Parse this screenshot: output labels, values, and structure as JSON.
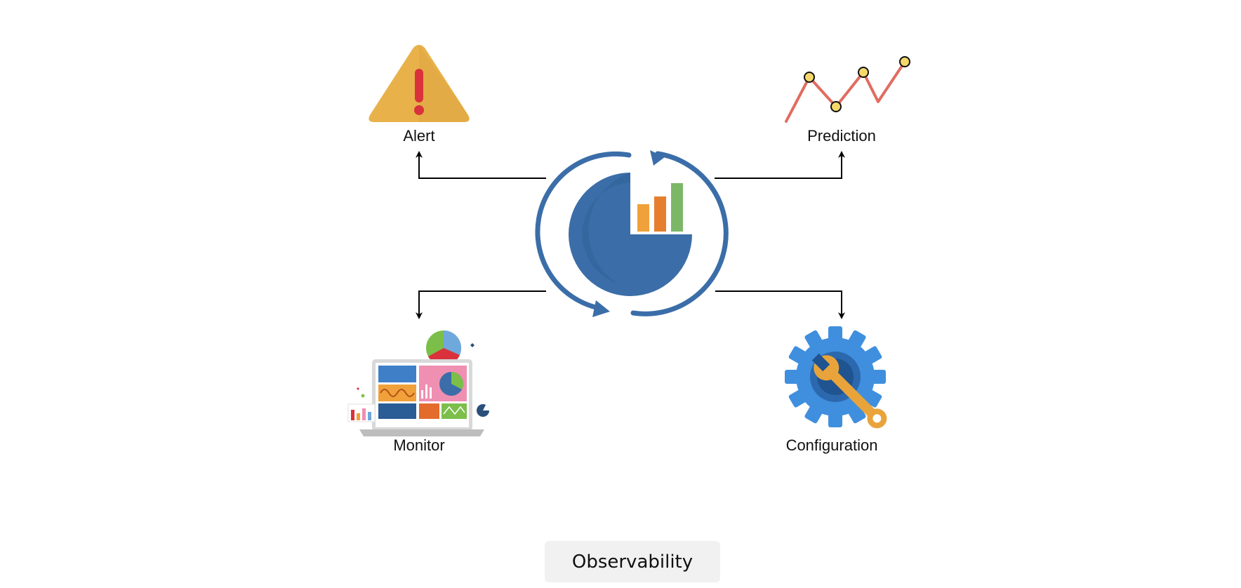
{
  "diagram": {
    "center_icon": "observability-chart-cycle-icon",
    "nodes": {
      "alert": {
        "label": "Alert",
        "icon": "warning-triangle-icon"
      },
      "prediction": {
        "label": "Prediction",
        "icon": "trend-line-icon"
      },
      "monitor": {
        "label": "Monitor",
        "icon": "laptop-dashboard-icon"
      },
      "configuration": {
        "label": "Configuration",
        "icon": "gear-wrench-icon"
      }
    },
    "caption": "Observability"
  },
  "colors": {
    "primary_blue": "#3b6ea8",
    "alert_yellow": "#e8b14a",
    "alert_red": "#d9323c",
    "trend_red": "#e06c60",
    "point_yellow": "#f6d86a",
    "gear_blue": "#3f8fde",
    "wrench_orange": "#e8a43a",
    "caption_bg": "#f1f1f1"
  }
}
